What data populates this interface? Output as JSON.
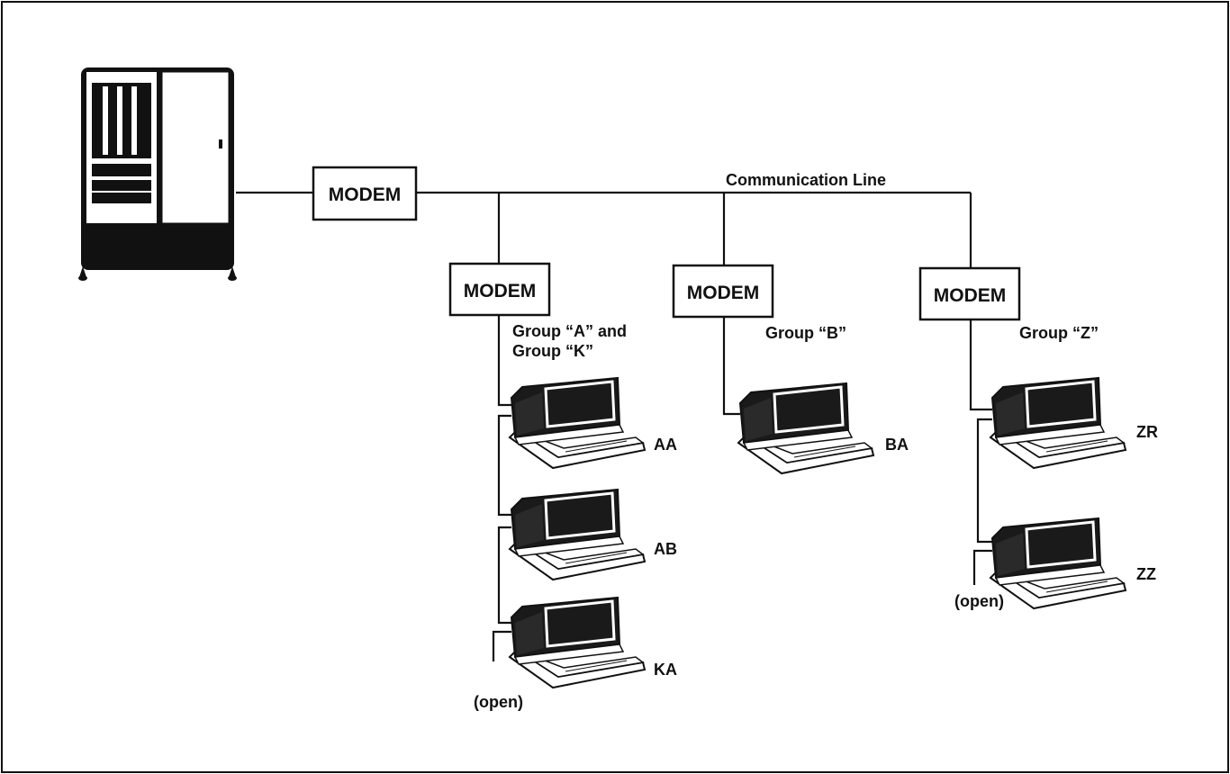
{
  "diagram": {
    "communication_line_label": "Communication Line",
    "host_modem_label": "MODEM",
    "groups": [
      {
        "modem_label": "MODEM",
        "group_label_lines": [
          "Group “A” and",
          "Group “K”"
        ],
        "terminals": [
          "AA",
          "AB",
          "KA"
        ],
        "open_label": "(open)"
      },
      {
        "modem_label": "MODEM",
        "group_label_lines": [
          "Group “B”"
        ],
        "terminals": [
          "BA"
        ]
      },
      {
        "modem_label": "MODEM",
        "group_label_lines": [
          "Group “Z”"
        ],
        "terminals": [
          "ZR",
          "ZZ"
        ],
        "open_label": "(open)"
      }
    ]
  },
  "icons": {
    "host": "mainframe-cabinet-icon",
    "terminal": "terminal-icon"
  },
  "colors": {
    "ink": "#111111",
    "background": "#ffffff"
  }
}
